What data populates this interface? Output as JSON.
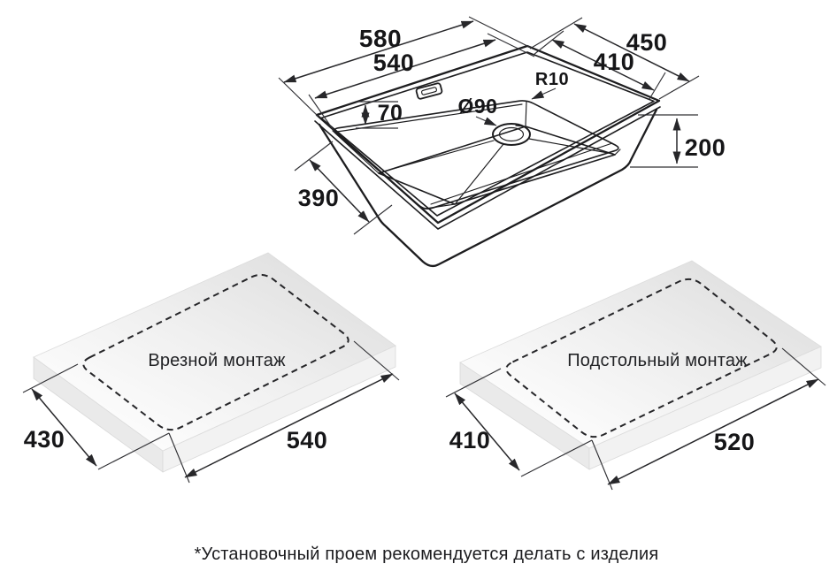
{
  "sink": {
    "outer_length": "580",
    "bowl_length": "540",
    "outer_width": "450",
    "bowl_width": "410",
    "rear_ledge": "70",
    "drain_diameter": "Ø90",
    "corner_radius": "R10",
    "depth": "200",
    "side_width": "390"
  },
  "templates": {
    "flush": {
      "label": "Врезной монтаж",
      "width": "430",
      "length": "540"
    },
    "under": {
      "label": "Подстольный монтаж",
      "width": "410",
      "length": "520"
    }
  },
  "footnote": "*Установочный проем рекомендуется делать с изделия",
  "colors": {
    "line": "#1d1d1f",
    "text": "#161618",
    "slab_back": "#e2e2e2",
    "slab_side": "#eaeaea",
    "background": "#ffffff"
  }
}
